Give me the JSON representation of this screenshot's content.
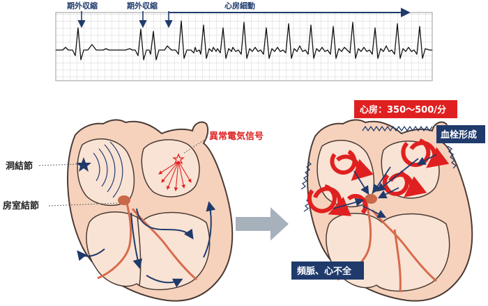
{
  "ecg": {
    "label_pac_1": "期外収縮",
    "label_pac_2": "期外収縮",
    "label_af": "心房細動"
  },
  "left_heart": {
    "abnormal_signal": "異常電気信号",
    "sa_node": "洞結節",
    "av_node": "房室結節"
  },
  "right_heart": {
    "atrial_rate": "心房：350～500/分",
    "thrombus": "血栓形成",
    "outcome": "頻脈、心不全"
  },
  "colors": {
    "navy": "#1f3a6b",
    "red": "#e02020",
    "heart_fill": "#f6d2bd",
    "heart_inner": "#f9e3d4",
    "heart_outline": "#4a3a34",
    "grid": "#b9b9b9",
    "arrow_gray": "#a7b1bc",
    "node": "#c8694a"
  }
}
